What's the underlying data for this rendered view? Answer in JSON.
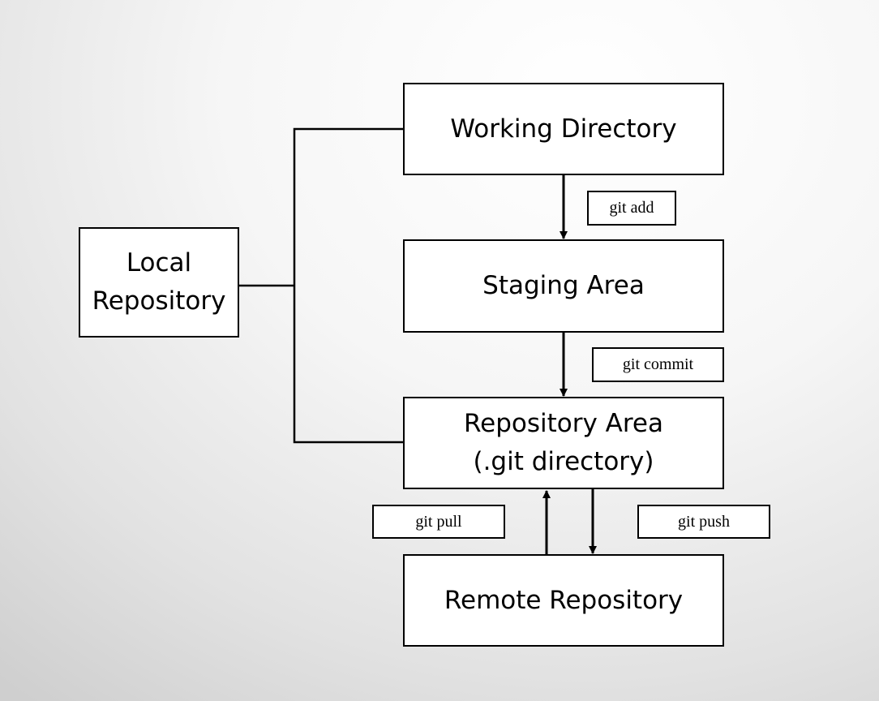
{
  "boxes": {
    "local_repository": "Local\nRepository",
    "working_directory": "Working Directory",
    "staging_area": "Staging Area",
    "repository_area": "Repository Area\n(.git directory)",
    "remote_repository": "Remote Repository"
  },
  "commands": {
    "git_add": "git add",
    "git_commit": "git commit",
    "git_pull": "git pull",
    "git_push": "git push"
  }
}
